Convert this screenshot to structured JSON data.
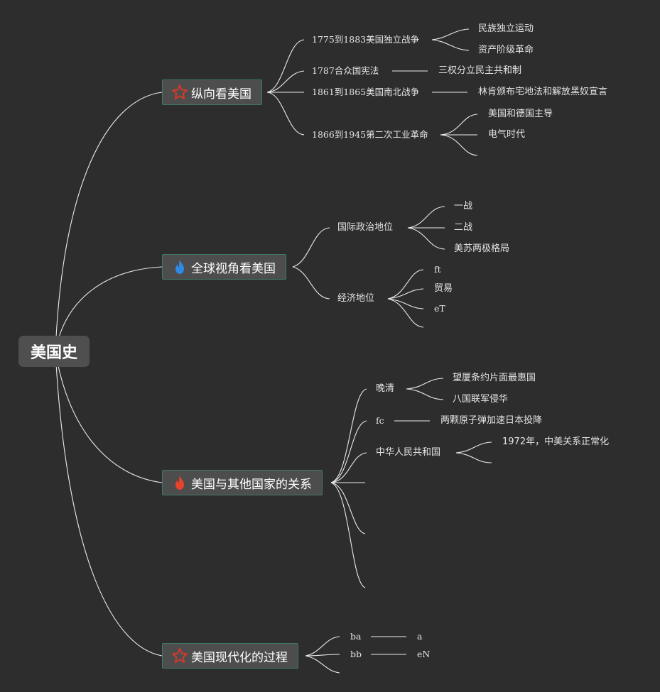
{
  "root": {
    "label": "美国史"
  },
  "topics": [
    {
      "label": "纵向看美国",
      "icon": "star-icon",
      "children": [
        {
          "label": "1775到1883美国独立战争",
          "children": [
            "民族独立运动",
            "资产阶级革命"
          ]
        },
        {
          "label": "1787合众国宪法",
          "children": [
            "三权分立民主共和制"
          ]
        },
        {
          "label": "1861到1865美国南北战争",
          "children": [
            "林肯颁布宅地法和解放黑奴宣言"
          ]
        },
        {
          "label": "1866到1945第二次工业革命",
          "children": [
            "美国和德国主导",
            "电气时代",
            ""
          ]
        }
      ]
    },
    {
      "label": "全球视角看美国",
      "icon": "flame-blue-icon",
      "children": [
        {
          "label": "国际政治地位",
          "children": [
            "一战",
            "二战",
            "美苏两极格局"
          ]
        },
        {
          "label": "经济地位",
          "children": [
            "ft",
            "贸易",
            "eT",
            ""
          ]
        }
      ]
    },
    {
      "label": "美国与其他国家的关系",
      "icon": "flame-red-icon",
      "children": [
        {
          "label": "晚清",
          "children": [
            "望厦条约片面最惠国",
            "八国联军侵华"
          ]
        },
        {
          "label": "fc",
          "children": [
            "两颗原子弹加速日本投降"
          ]
        },
        {
          "label": "中华人民共和国",
          "children": [
            "1972年，中美关系正常化",
            ""
          ]
        },
        {
          "label": "",
          "children": []
        },
        {
          "label": "",
          "children": []
        },
        {
          "label": "",
          "children": []
        }
      ]
    },
    {
      "label": "美国现代化的过程",
      "icon": "star-icon",
      "children": [
        {
          "label": "ba",
          "children": [
            "a"
          ]
        },
        {
          "label": "bb",
          "children": [
            "eN"
          ]
        },
        {
          "label": "",
          "children": []
        }
      ]
    }
  ],
  "colors": {
    "background": "#2d2d2d",
    "line": "#eaeaea",
    "topic_border": "#3e7a68",
    "star": "#d33a2c",
    "flame_blue": "#2e8ae6",
    "flame_red": "#e8412c"
  }
}
